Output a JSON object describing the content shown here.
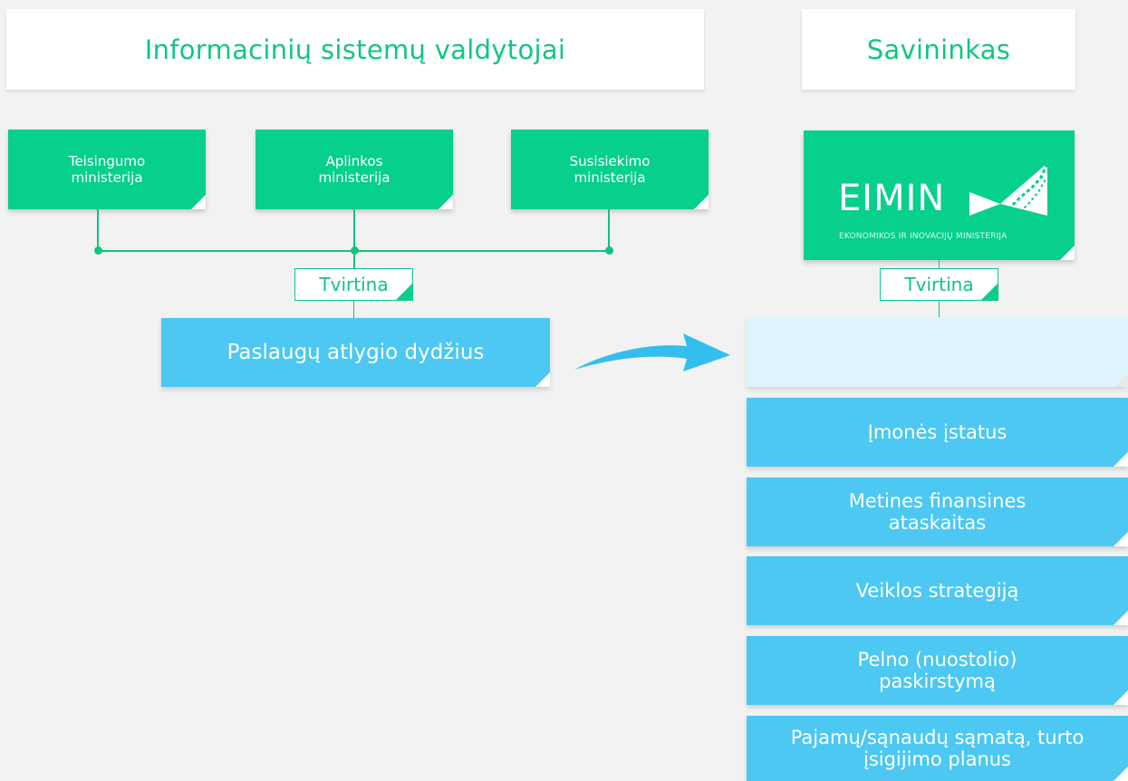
{
  "headers": {
    "left": "Informacinių sistemų valdytojai",
    "right": "Savininkas"
  },
  "ministries": [
    "Teisingumo ministerija",
    "Aplinkos ministerija",
    "Susisiekimo ministerija"
  ],
  "approve_label_left": "Tvirtina",
  "approve_label_right": "Tvirtina",
  "fee_box": "Paslaugų atlygio dydžius",
  "eimin": {
    "name": "EIMIN",
    "subtitle": "EKONOMIKOS IR INOVACIJŲ MINISTERIJA"
  },
  "owner_items": [
    "Įmonės įstatus",
    "Metines finansines ataskaitas",
    "Veiklos strategiją",
    "Pelno (nuostolio) paskirstymą",
    "Pajamų/sąnaudų sąmatą, turto įsigijimo planus"
  ],
  "colors": {
    "green": "#07cf8c",
    "blue": "#4cc8f2",
    "light_blue": "#def4fc",
    "background": "#f2f2f2"
  }
}
